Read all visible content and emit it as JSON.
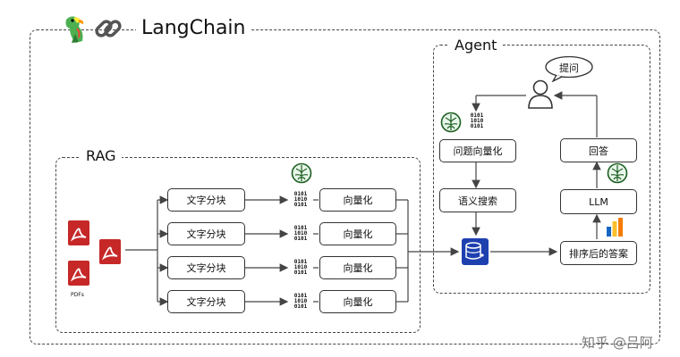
{
  "title": "LangChain",
  "rag": {
    "label": "RAG",
    "pdfs_label": "PDFs",
    "chunk_boxes": [
      "文字分块",
      "文字分块",
      "文字分块",
      "文字分块"
    ],
    "embed_boxes": [
      "向量化",
      "向量化",
      "向量化",
      "向量化"
    ],
    "bits_glyph": "0101\n1010\n0101"
  },
  "agent": {
    "label": "Agent",
    "question": "提问",
    "query_vectorize": "问题向量化",
    "semantic_search": "语义搜索",
    "sorted_answer": "排序后的答案",
    "llm": "LLM",
    "answer": "回答"
  },
  "watermark": "知乎 @吕阿",
  "icons": {
    "title_icons": [
      "parrot-icon",
      "chain-link-icon"
    ],
    "pdf": "pdf-file-icon",
    "brain": "openai-brain-icon",
    "database": "vector-database-icon",
    "user": "user-icon",
    "chart": "bar-chart-icon"
  }
}
